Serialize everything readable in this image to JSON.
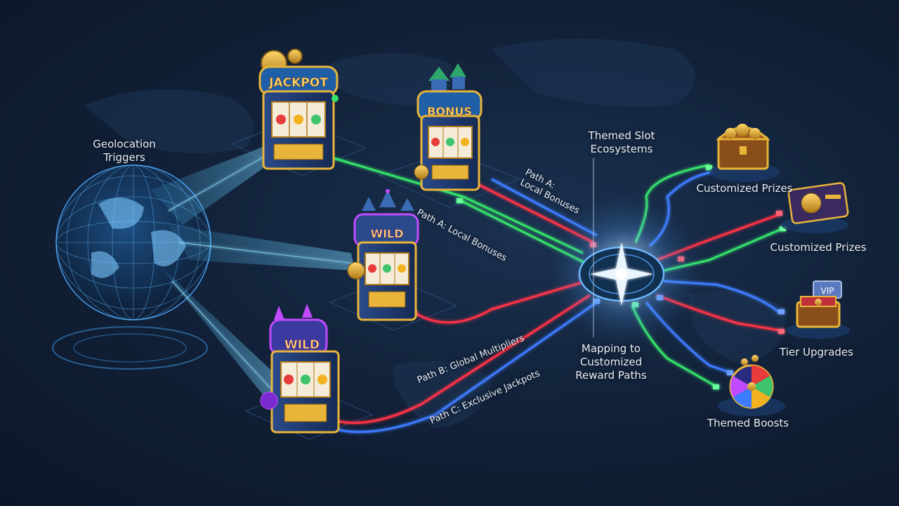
{
  "labels": {
    "geolocation": "Geolocation\nTriggers",
    "themed_slot": "Themed Slot\nEcosystems",
    "mapping": "Mapping to\nCustomized\nReward Paths",
    "path_a_upper": "Path A:\nLocal Bonuses",
    "path_a_mid": "Path A: Local Bonuses",
    "path_b": "Path B: Global Multipliers",
    "path_c": "Path C: Exclusive Jackpots"
  },
  "slots": {
    "jackpot": "JACKPOT",
    "bonus": "BONUS",
    "wild_mid": "WILD",
    "wild_low": "WILD"
  },
  "rewards": {
    "prize1": "Customized Prizes",
    "prize2": "Customized Prizes",
    "tier": "Tier Upgrades",
    "vip": "VIP",
    "boosts": "Themed Boosts"
  },
  "colors": {
    "background": "#0b1628",
    "beam": "#4fc3ff",
    "path_green": "#35e06a",
    "path_red": "#ff3344",
    "path_blue": "#3d7bff",
    "hub_glow": "#ffffff",
    "gold": "#e8b53a"
  },
  "icons": {
    "hub": "compass-star-icon",
    "globe": "globe-icon",
    "chest": "treasure-chest-icon",
    "card": "credit-card-icon",
    "vip_chest": "vip-chest-icon",
    "wheel": "prize-wheel-icon"
  }
}
